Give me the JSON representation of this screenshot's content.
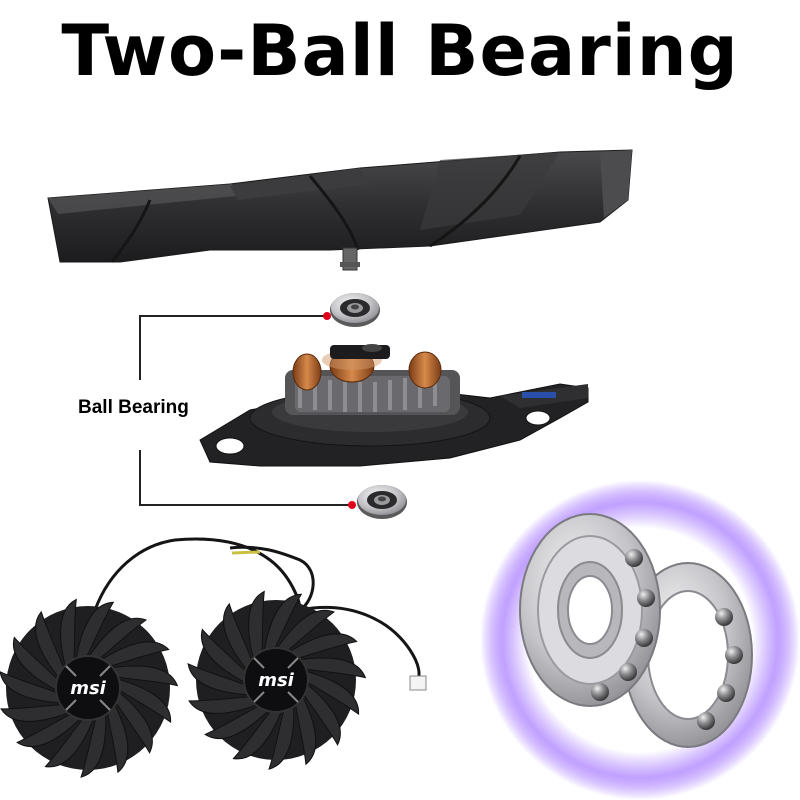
{
  "title": "Two-Ball Bearing",
  "callout_label": "Ball Bearing",
  "fan_logo_text": "msi",
  "colors": {
    "title_text": "#000000",
    "fan_plastic": "#2b2b2d",
    "copper_coil": "#b5662c",
    "bearing_steel": "#c9c9cb",
    "callout_dot": "#e0001a",
    "glow": "#8a4dff"
  }
}
